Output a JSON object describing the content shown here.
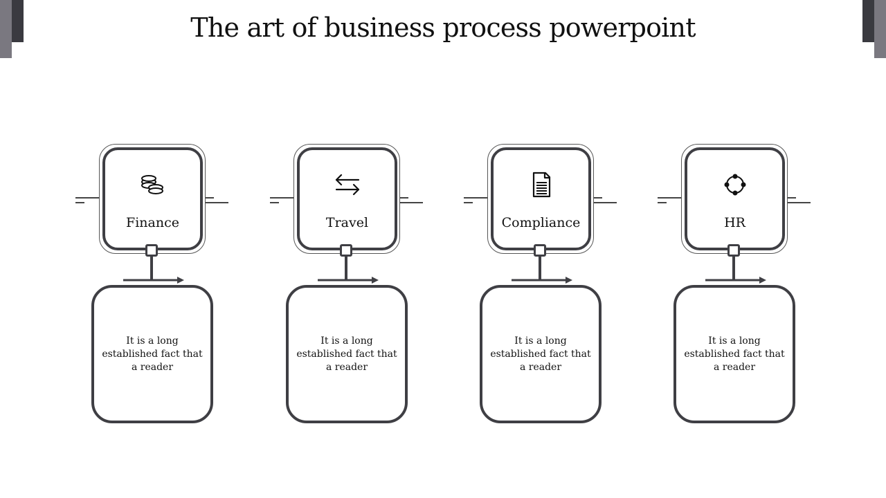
{
  "title": "The art of business process powerpoint",
  "colors": {
    "stroke": "#3f3f44",
    "corner_dark": "#3a3a40",
    "corner_light": "#7a7880"
  },
  "steps": [
    {
      "label": "Finance",
      "icon": "coins-icon",
      "text": "It is a long established fact that a reader"
    },
    {
      "label": "Travel",
      "icon": "arrows-exchange-icon",
      "text": "It is a long established fact that a reader"
    },
    {
      "label": "Compliance",
      "icon": "document-icon",
      "text": "It is a long established fact that a reader"
    },
    {
      "label": "HR",
      "icon": "network-circle-icon",
      "text": "It is a long established fact that a reader"
    }
  ]
}
